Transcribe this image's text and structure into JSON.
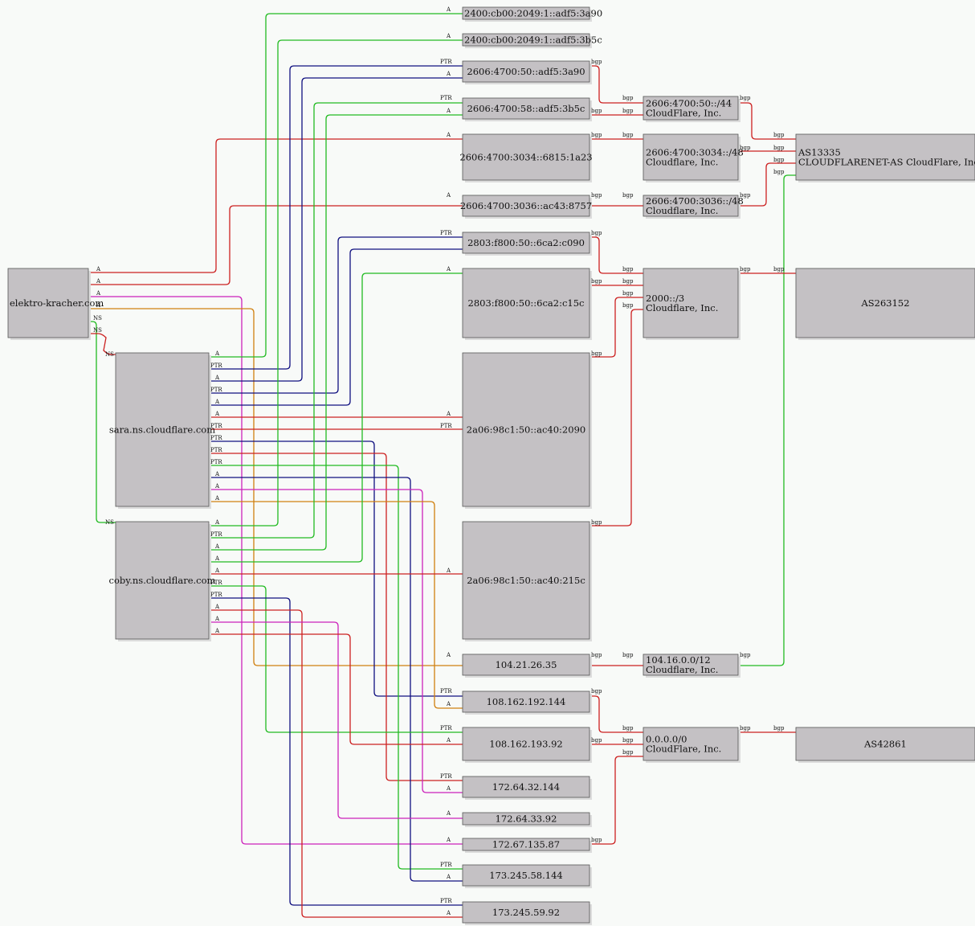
{
  "colors": {
    "A_domain": "#cc2020",
    "A_sara": "#22bb22",
    "A_coby": "#22bb22",
    "PTR": "#101080",
    "bgp": "#cc2020",
    "NS": "#22bb22",
    "magenta": "#cc22bb",
    "orange": "#d08010",
    "red": "#cc2020",
    "green": "#22bb22",
    "navy": "#101080"
  },
  "nodes": [
    {
      "id": "domain",
      "lines": [
        "elektro-kracher.com"
      ]
    },
    {
      "id": "sara",
      "lines": [
        "sara.ns.cloudflare.com"
      ]
    },
    {
      "id": "coby",
      "lines": [
        "coby.ns.cloudflare.com"
      ]
    },
    {
      "id": "ip6_1",
      "lines": [
        "2400:cb00:2049:1::adf5:3a90"
      ]
    },
    {
      "id": "ip6_2",
      "lines": [
        "2400:cb00:2049:1::adf5:3b5c"
      ]
    },
    {
      "id": "ip6_3",
      "lines": [
        "2606:4700:50::adf5:3a90"
      ]
    },
    {
      "id": "ip6_4",
      "lines": [
        "2606:4700:58::adf5:3b5c"
      ]
    },
    {
      "id": "ip6_5",
      "lines": [
        "2606:4700:3034::6815:1a23"
      ]
    },
    {
      "id": "ip6_6",
      "lines": [
        "2606:4700:3036::ac43:8757"
      ]
    },
    {
      "id": "ip6_7",
      "lines": [
        "2803:f800:50::6ca2:c090"
      ]
    },
    {
      "id": "ip6_8",
      "lines": [
        "2803:f800:50::6ca2:c15c"
      ]
    },
    {
      "id": "ip6_9",
      "lines": [
        "2a06:98c1:50::ac40:2090"
      ]
    },
    {
      "id": "ip6_10",
      "lines": [
        "2a06:98c1:50::ac40:215c"
      ]
    },
    {
      "id": "ip4_1",
      "lines": [
        "104.21.26.35"
      ]
    },
    {
      "id": "ip4_2",
      "lines": [
        "108.162.192.144"
      ]
    },
    {
      "id": "ip4_3",
      "lines": [
        "108.162.193.92"
      ]
    },
    {
      "id": "ip4_4",
      "lines": [
        "172.64.32.144"
      ]
    },
    {
      "id": "ip4_5",
      "lines": [
        "172.64.33.92"
      ]
    },
    {
      "id": "ip4_6",
      "lines": [
        "172.67.135.87"
      ]
    },
    {
      "id": "ip4_7",
      "lines": [
        "173.245.58.144"
      ]
    },
    {
      "id": "ip4_8",
      "lines": [
        "173.245.59.92"
      ]
    },
    {
      "id": "pfx_1",
      "lines": [
        "2606:4700:50::/44",
        "CloudFlare, Inc."
      ]
    },
    {
      "id": "pfx_2",
      "lines": [
        "2606:4700:3034::/48",
        "Cloudflare, Inc."
      ]
    },
    {
      "id": "pfx_3",
      "lines": [
        "2606:4700:3036::/48",
        "Cloudflare, Inc."
      ]
    },
    {
      "id": "pfx_4",
      "lines": [
        "2000::/3",
        "Cloudflare, Inc."
      ]
    },
    {
      "id": "pfx_5",
      "lines": [
        "104.16.0.0/12",
        "Cloudflare, Inc."
      ]
    },
    {
      "id": "pfx_6",
      "lines": [
        "0.0.0.0/0",
        "CloudFlare, Inc."
      ]
    },
    {
      "id": "as_1",
      "lines": [
        "AS13335",
        "CLOUDFLARENET-AS CloudFlare, Inc."
      ]
    },
    {
      "id": "as_2",
      "lines": [
        "AS263152"
      ]
    },
    {
      "id": "as_3",
      "lines": [
        "AS42861"
      ]
    }
  ],
  "edge_labels": {
    "A": "A",
    "PTR": "PTR",
    "NS": "NS",
    "bgp": "bgp"
  }
}
